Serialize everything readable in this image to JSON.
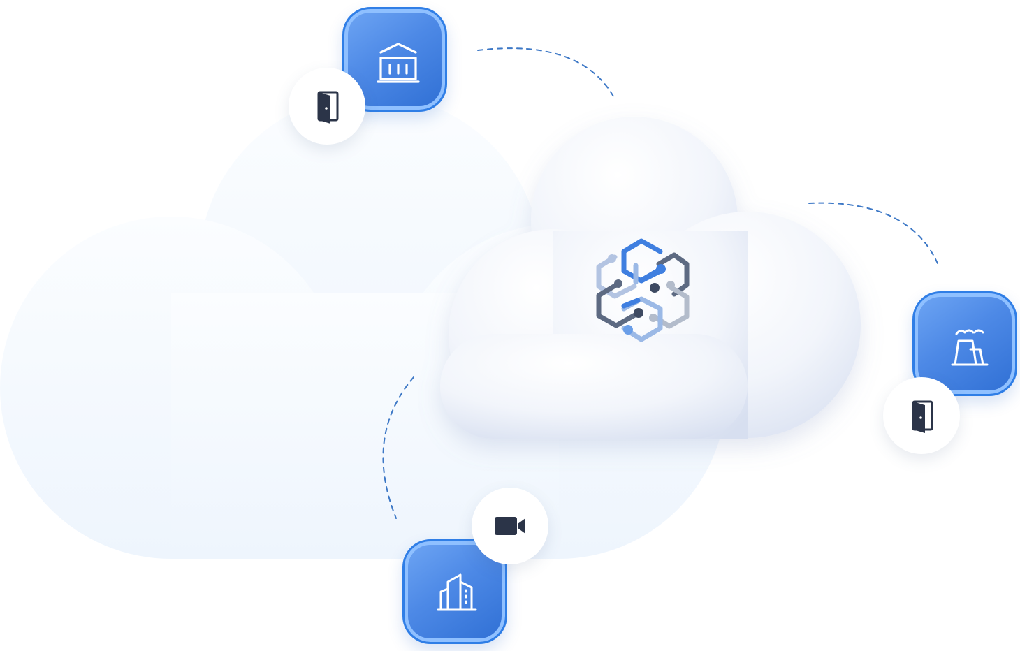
{
  "diagram": {
    "hub": {
      "icon": "hexagon-network-icon",
      "colors": {
        "blue": "#3f7fe0",
        "light_blue": "#9bb9e6",
        "slate": "#5d6a82",
        "light_slate": "#b3bccb"
      }
    },
    "nodes": [
      {
        "id": "government",
        "tile_icon": "bank-building-icon",
        "badge_icon": "door-icon"
      },
      {
        "id": "industry",
        "tile_icon": "factory-icon",
        "badge_icon": "door-icon"
      },
      {
        "id": "office",
        "tile_icon": "office-building-icon",
        "badge_icon": "video-camera-icon"
      }
    ],
    "colors": {
      "tile_fill": "#4d89e6",
      "tile_border": "#2f7ee6",
      "connector": "#3d78c6",
      "badge_icon": "#2b3448",
      "background_cloud": "#f3f8fe"
    }
  }
}
